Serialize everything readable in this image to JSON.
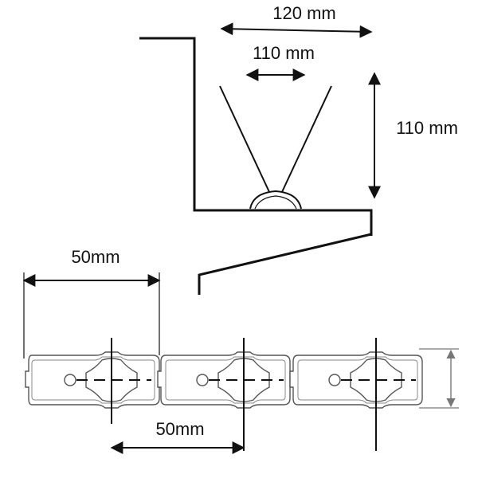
{
  "dimensions": {
    "width_top": "120 mm",
    "spike_spread": "110 mm",
    "height": "110 mm",
    "segment_length": "50mm",
    "spike_spacing": "50mm"
  },
  "colors": {
    "ink": "#111111",
    "outline": "#555555",
    "background": "#ffffff"
  }
}
